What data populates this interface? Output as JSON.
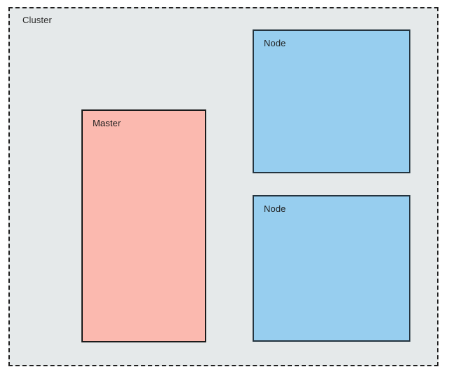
{
  "diagram": {
    "type": "cluster-architecture-diagram",
    "cluster": {
      "label": "Cluster",
      "background_color": "#E5E9EA",
      "border_color": "#1F1F1F",
      "border_style": "dashed"
    },
    "boxes": [
      {
        "id": "master",
        "label": "Master",
        "fill_color": "#FBB9AF",
        "border_color": "#1B1B1B"
      },
      {
        "id": "node-1",
        "label": "Node",
        "fill_color": "#97CEEF",
        "border_color": "#24343F"
      },
      {
        "id": "node-2",
        "label": "Node",
        "fill_color": "#97CEEF",
        "border_color": "#24343F"
      }
    ]
  }
}
